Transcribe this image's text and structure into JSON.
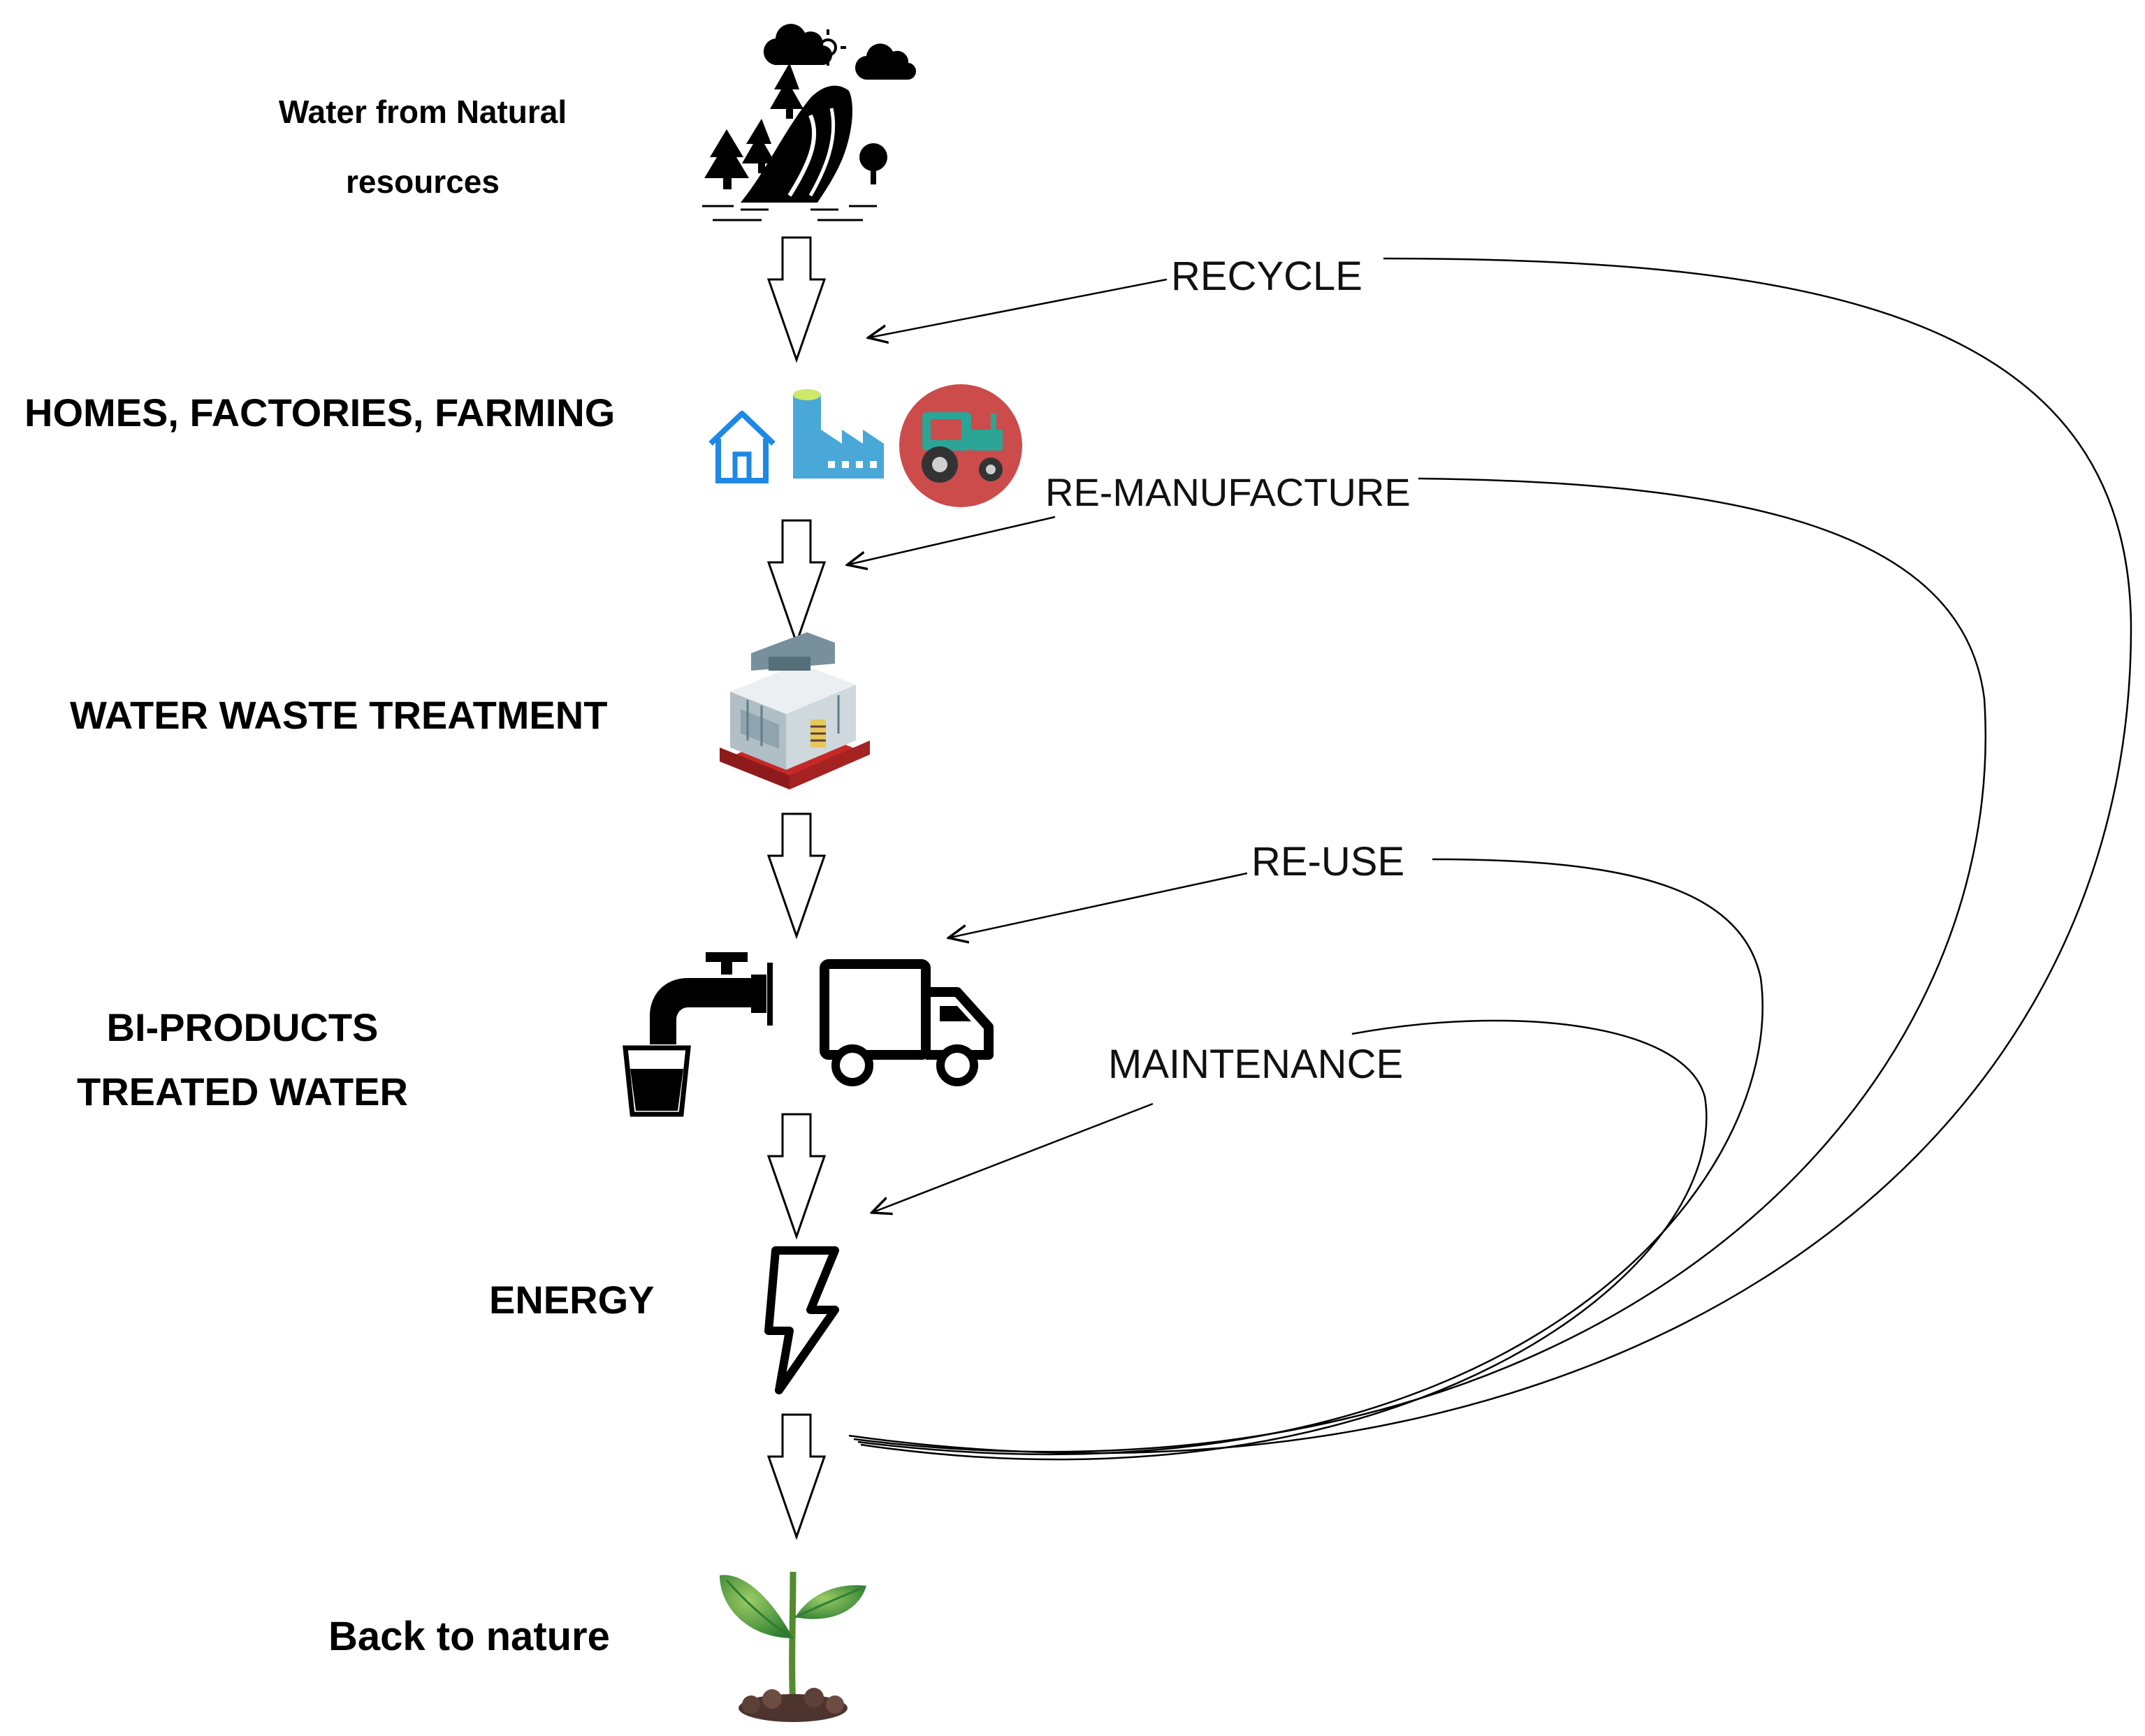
{
  "stages": {
    "source": {
      "line1": "Water from Natural",
      "line2": "resources"
    },
    "users": {
      "label": "HOMES, FACTORIES, FARMING"
    },
    "treatment": {
      "label": "WATER WASTE TREATMENT"
    },
    "byproducts": {
      "line1": "BI-PRODUCTS",
      "line2": "TREATED WATER"
    },
    "energy": {
      "label": "ENERGY"
    },
    "nature": {
      "label": "Back to nature"
    }
  },
  "loops": {
    "recycle": "RECYCLE",
    "remanufacture": "RE-MANUFACTURE",
    "reuse": "RE-USE",
    "maintenance": "MAINTENANCE"
  },
  "icons": [
    "waterfall-landscape-icon",
    "house-icon",
    "factory-icon",
    "tractor-icon",
    "treatment-plant-icon",
    "water-tap-icon",
    "delivery-truck-icon",
    "lightning-bolt-icon",
    "seedling-plant-icon"
  ],
  "colors": {
    "house": "#1e88e5",
    "factory": "#4aa8d8",
    "tractor_bg": "#cc4b4b",
    "tractor_body": "#2aa596",
    "plant_roof": "#c62828",
    "leaf": "#43a047",
    "soil": "#4e342e"
  }
}
